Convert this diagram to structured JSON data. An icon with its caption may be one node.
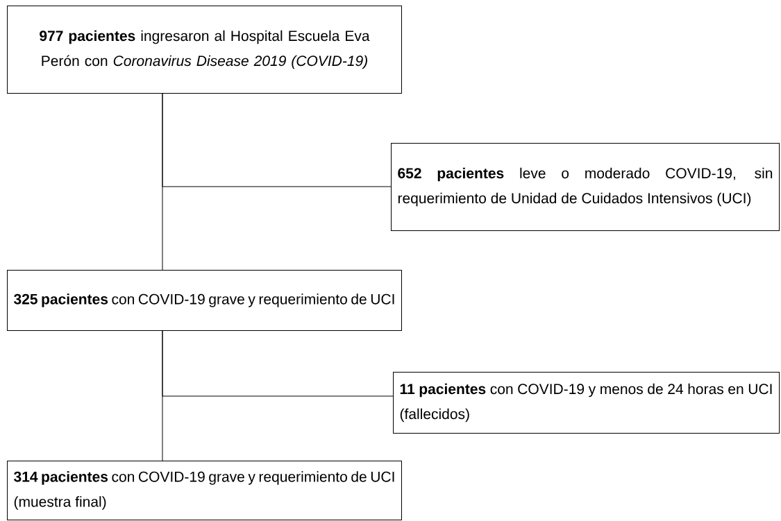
{
  "diagram": {
    "nodes": [
      {
        "text": [
          "**977 pacientes** ingresaron al Hospital Escuela Eva Perón con *Coronavirus Disease 2019 (COVID-19)*"
        ]
      },
      {
        "text": [
          "**652 pacientes** leve o moderado COVID-19, sin requerimiento de Unidad de Cuidados Intensivos (UCI)"
        ]
      },
      {
        "text": [
          "**325 pacientes** con COVID-19 grave y requerimiento de UCI"
        ]
      },
      {
        "text": [
          "**11 pacientes** con COVID-19 y menos de 24 horas en UCI (fallecidos)"
        ]
      },
      {
        "text": [
          "**314 pacientes** con COVID-19 grave y requerimiento de UCI (muestra final)"
        ]
      }
    ],
    "edges": [
      {
        "from": 0,
        "to": 1,
        "arrow": "none"
      },
      {
        "from": 0,
        "to": 2,
        "arrow": "none"
      },
      {
        "from": 2,
        "to": 3,
        "arrow": "none"
      },
      {
        "from": 2,
        "to": 4,
        "arrow": "none"
      }
    ]
  }
}
